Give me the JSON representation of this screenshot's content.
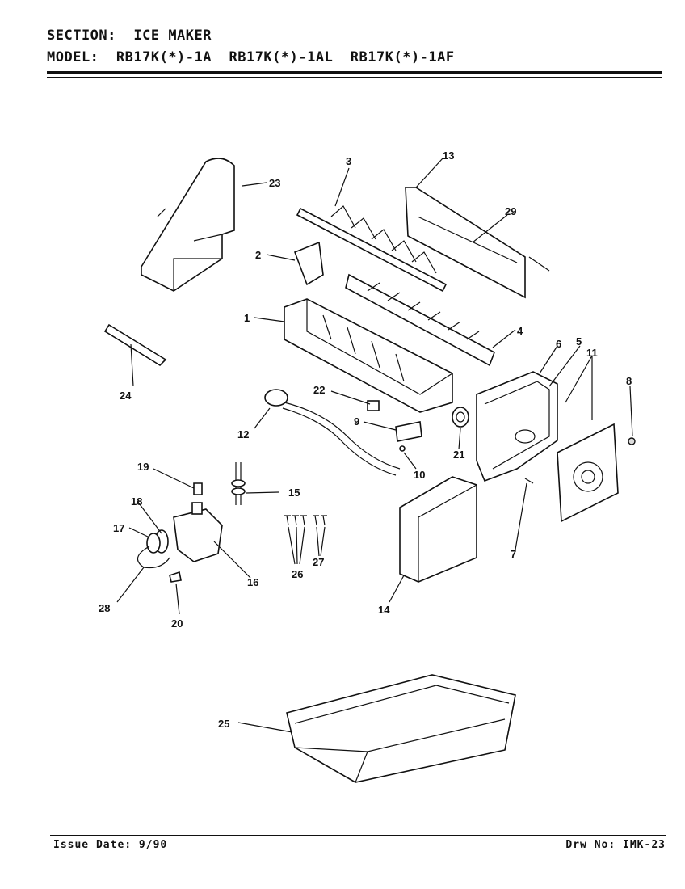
{
  "header": {
    "section_label": "SECTION:",
    "section_value": "ICE MAKER",
    "model_label": "MODEL:",
    "models": [
      "RB17K(*)-1A",
      "RB17K(*)-1AL",
      "RB17K(*)-1AF"
    ]
  },
  "footer": {
    "issue_label": "Issue Date:",
    "issue_value": "9/90",
    "drawing_label": "Drw No:",
    "drawing_value": "IMK-23"
  },
  "callouts": [
    {
      "id": "c1",
      "label": "1"
    },
    {
      "id": "c2",
      "label": "2"
    },
    {
      "id": "c3",
      "label": "3"
    },
    {
      "id": "c4",
      "label": "4"
    },
    {
      "id": "c5",
      "label": "5"
    },
    {
      "id": "c6",
      "label": "6"
    },
    {
      "id": "c7",
      "label": "7"
    },
    {
      "id": "c8",
      "label": "8"
    },
    {
      "id": "c9",
      "label": "9"
    },
    {
      "id": "c10",
      "label": "10"
    },
    {
      "id": "c11",
      "label": "11"
    },
    {
      "id": "c12",
      "label": "12"
    },
    {
      "id": "c13",
      "label": "13"
    },
    {
      "id": "c14",
      "label": "14"
    },
    {
      "id": "c15",
      "label": "15"
    },
    {
      "id": "c16",
      "label": "16"
    },
    {
      "id": "c17",
      "label": "17"
    },
    {
      "id": "c18",
      "label": "18"
    },
    {
      "id": "c19",
      "label": "19"
    },
    {
      "id": "c20",
      "label": "20"
    },
    {
      "id": "c21",
      "label": "21"
    },
    {
      "id": "c22",
      "label": "22"
    },
    {
      "id": "c23",
      "label": "23"
    },
    {
      "id": "c24",
      "label": "24"
    },
    {
      "id": "c25",
      "label": "25"
    },
    {
      "id": "c26",
      "label": "26"
    },
    {
      "id": "c27",
      "label": "27"
    },
    {
      "id": "c28",
      "label": "28"
    },
    {
      "id": "c29",
      "label": "29"
    }
  ]
}
